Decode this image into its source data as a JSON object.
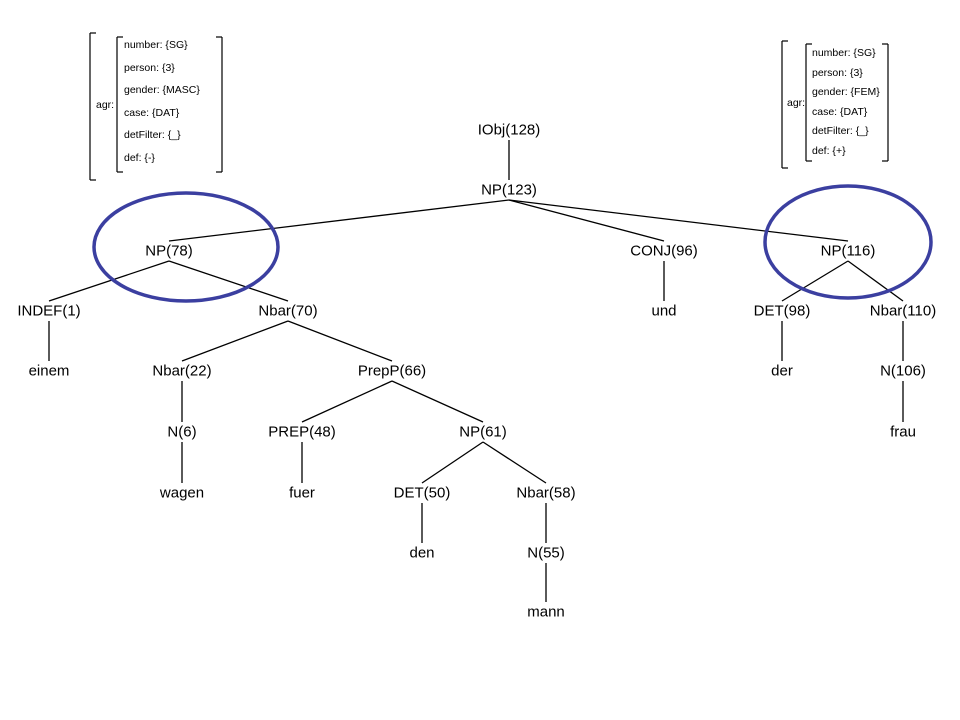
{
  "tree": {
    "nodes": [
      {
        "id": "iobj128",
        "label": "IObj(128)"
      },
      {
        "id": "np123",
        "label": "NP(123)"
      },
      {
        "id": "np78",
        "label": "NP(78)"
      },
      {
        "id": "conj96",
        "label": "CONJ(96)"
      },
      {
        "id": "np116",
        "label": "NP(116)"
      },
      {
        "id": "indef1",
        "label": "INDEF(1)"
      },
      {
        "id": "nbar70",
        "label": "Nbar(70)"
      },
      {
        "id": "und",
        "label": "und"
      },
      {
        "id": "det98",
        "label": "DET(98)"
      },
      {
        "id": "nbar110",
        "label": "Nbar(110)"
      },
      {
        "id": "einem",
        "label": "einem"
      },
      {
        "id": "nbar22",
        "label": "Nbar(22)"
      },
      {
        "id": "prepp66",
        "label": "PrepP(66)"
      },
      {
        "id": "der",
        "label": "der"
      },
      {
        "id": "n106",
        "label": "N(106)"
      },
      {
        "id": "n6",
        "label": "N(6)"
      },
      {
        "id": "prep48",
        "label": "PREP(48)"
      },
      {
        "id": "np61",
        "label": "NP(61)"
      },
      {
        "id": "frau",
        "label": "frau"
      },
      {
        "id": "wagen",
        "label": "wagen"
      },
      {
        "id": "fuer",
        "label": "fuer"
      },
      {
        "id": "det50",
        "label": "DET(50)"
      },
      {
        "id": "nbar58",
        "label": "Nbar(58)"
      },
      {
        "id": "den",
        "label": "den"
      },
      {
        "id": "n55",
        "label": "N(55)"
      },
      {
        "id": "mann",
        "label": "mann"
      }
    ],
    "edges": [
      [
        "iobj128",
        "np123"
      ],
      [
        "np123",
        "np78"
      ],
      [
        "np123",
        "conj96"
      ],
      [
        "np123",
        "np116"
      ],
      [
        "np78",
        "indef1"
      ],
      [
        "np78",
        "nbar70"
      ],
      [
        "conj96",
        "und"
      ],
      [
        "np116",
        "det98"
      ],
      [
        "np116",
        "nbar110"
      ],
      [
        "indef1",
        "einem"
      ],
      [
        "nbar70",
        "nbar22"
      ],
      [
        "nbar70",
        "prepp66"
      ],
      [
        "det98",
        "der"
      ],
      [
        "nbar110",
        "n106"
      ],
      [
        "nbar22",
        "n6"
      ],
      [
        "prepp66",
        "prep48"
      ],
      [
        "prepp66",
        "np61"
      ],
      [
        "n106",
        "frau"
      ],
      [
        "n6",
        "wagen"
      ],
      [
        "prep48",
        "fuer"
      ],
      [
        "np61",
        "det50"
      ],
      [
        "np61",
        "nbar58"
      ],
      [
        "det50",
        "den"
      ],
      [
        "nbar58",
        "n55"
      ],
      [
        "n55",
        "mann"
      ]
    ]
  },
  "feature_structures": [
    {
      "id": "left",
      "attaches_to": "np78",
      "key": "agr:",
      "rows": [
        "number: {SG}",
        "person: {3}",
        "gender: {MASC}",
        "case: {DAT}",
        "detFilter: {_}",
        "def: {-}"
      ]
    },
    {
      "id": "right",
      "attaches_to": "np116",
      "key": "agr:",
      "rows": [
        "number: {SG}",
        "person: {3}",
        "gender: {FEM}",
        "case: {DAT}",
        "detFilter: {_}",
        "def: {+}"
      ]
    }
  ],
  "colors": {
    "text": "#000000",
    "edge": "#000000",
    "highlight_circle": "#3b3fa0",
    "background": "#ffffff"
  }
}
